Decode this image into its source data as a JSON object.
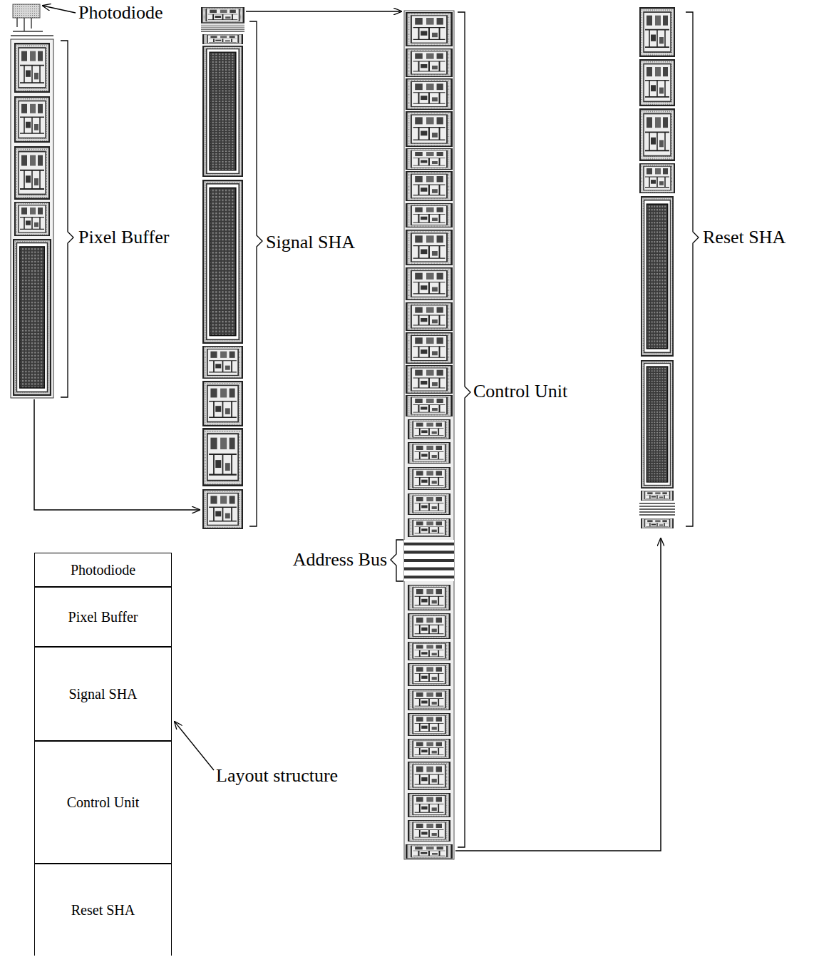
{
  "diagram": {
    "nodes": [
      {
        "text": [
          "Photodiode"
        ]
      },
      {
        "text": [
          "Pixel Buffer"
        ]
      },
      {
        "text": [
          "Signal SHA"
        ]
      },
      {
        "text": [
          "Control Unit"
        ]
      },
      {
        "text": [
          "Reset SHA"
        ]
      }
    ],
    "labels": [
      "Photodiode",
      "Pixel Buffer",
      "Signal SHA",
      "Control Unit",
      "Address Bus",
      "Reset SHA",
      "Layout structure"
    ]
  }
}
